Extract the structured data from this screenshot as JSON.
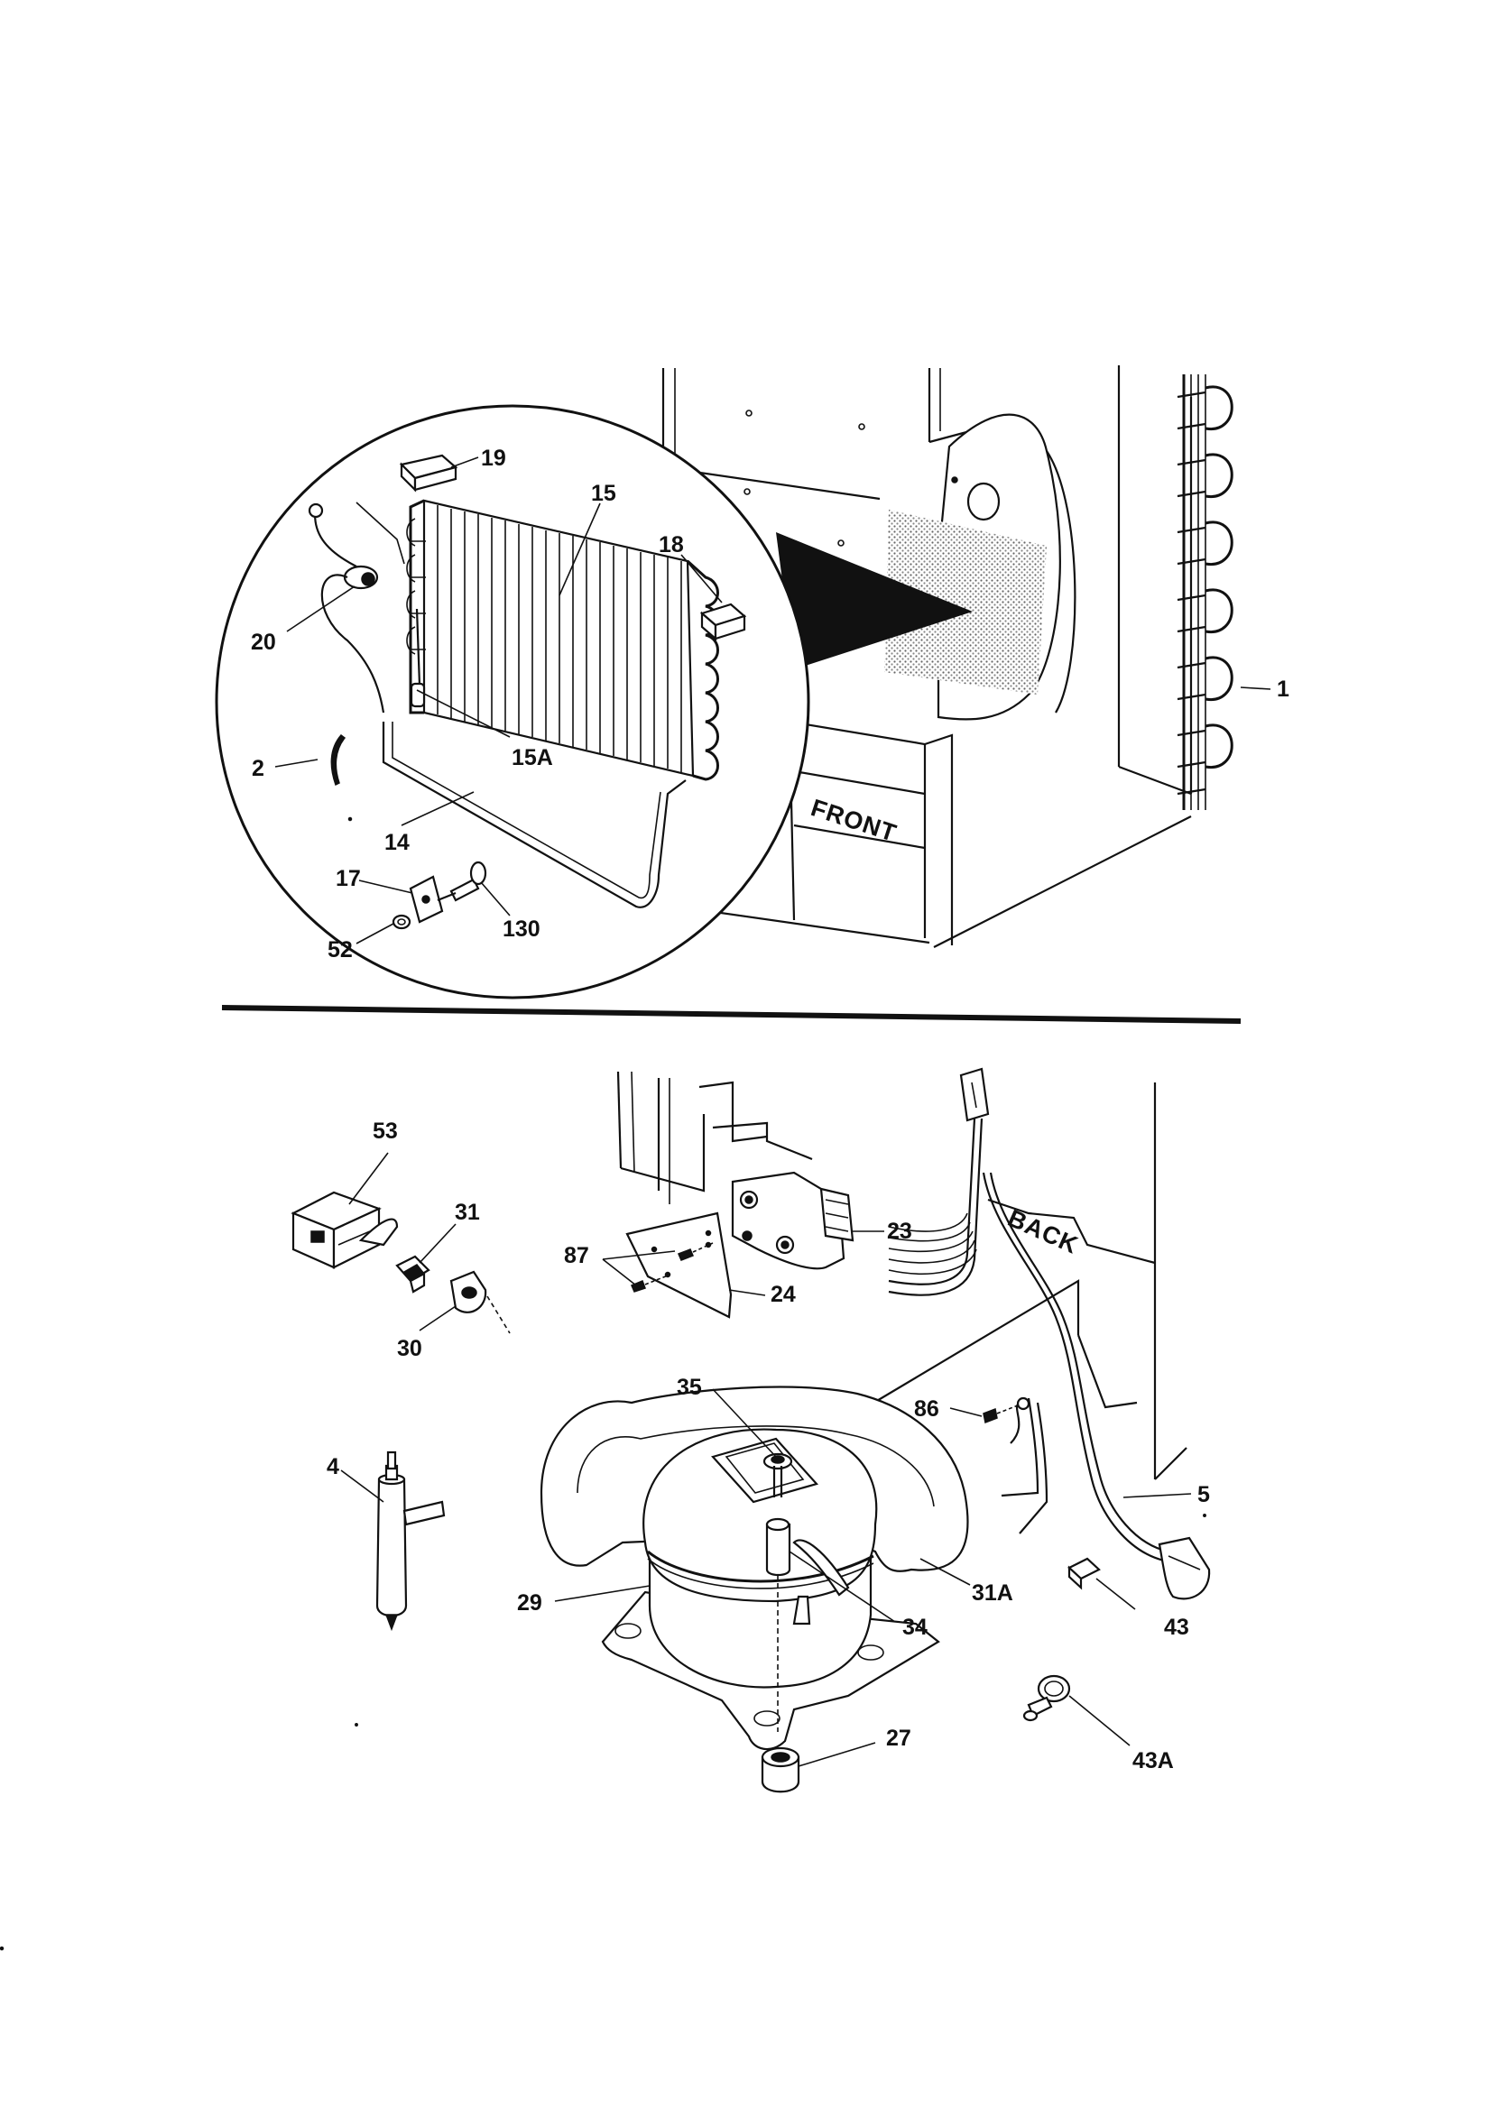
{
  "labels": {
    "p19": "19",
    "p15": "15",
    "p18": "18",
    "p20": "20",
    "p15a": "15A",
    "p2": "2",
    "p14": "14",
    "p17": "17",
    "p130": "130",
    "p52": "52",
    "p1": "1",
    "p53": "53",
    "p31": "31",
    "p87": "87",
    "p23": "23",
    "p24": "24",
    "p30": "30",
    "p35": "35",
    "p86": "86",
    "p4": "4",
    "p5": "5",
    "p29": "29",
    "p34": "34",
    "p31a": "31A",
    "p43": "43",
    "p27": "27",
    "p43a": "43A"
  },
  "orientation": {
    "front": "FRONT",
    "back": "BACK"
  }
}
